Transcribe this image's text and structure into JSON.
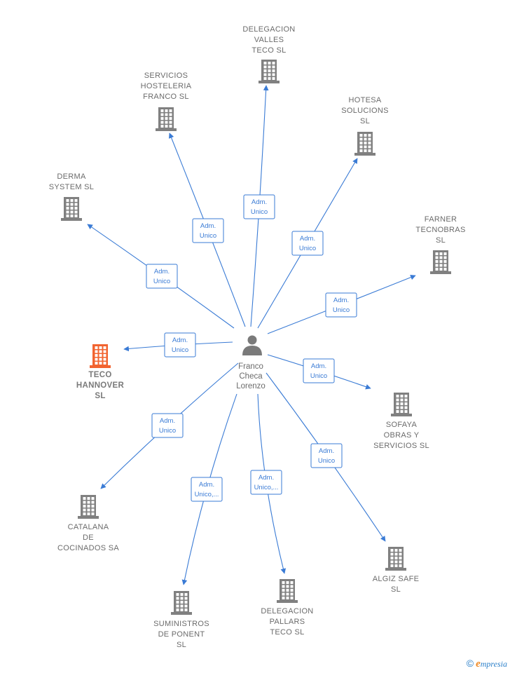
{
  "colors": {
    "edge": "#3a7bd5",
    "building": "#808080",
    "highlight": "#f26430"
  },
  "person": {
    "lines": [
      "Franco",
      "Checa",
      "Lorenzo"
    ],
    "icon": "person-icon"
  },
  "companies": [
    {
      "id": "delegacion-valles",
      "lines": [
        "DELEGACION",
        "VALLES",
        "TECO  SL"
      ],
      "highlight": false,
      "rel": [
        "Adm.",
        "Unico"
      ]
    },
    {
      "id": "servicios-hosteleria",
      "lines": [
        "SERVICIOS",
        "HOSTELERIA",
        "FRANCO  SL"
      ],
      "highlight": false,
      "rel": [
        "Adm.",
        "Unico"
      ]
    },
    {
      "id": "hotesa-solucions",
      "lines": [
        "HOTESA",
        "SOLUCIONS",
        "SL"
      ],
      "highlight": false,
      "rel": [
        "Adm.",
        "Unico"
      ]
    },
    {
      "id": "derma-system",
      "lines": [
        "DERMA",
        "SYSTEM SL"
      ],
      "highlight": false,
      "rel": [
        "Adm.",
        "Unico"
      ]
    },
    {
      "id": "farner-tecnobras",
      "lines": [
        "FARNER",
        "TECNOBRAS",
        "SL"
      ],
      "highlight": false,
      "rel": [
        "Adm.",
        "Unico"
      ]
    },
    {
      "id": "teco-hannover",
      "lines": [
        "TECO",
        "HANNOVER",
        "SL"
      ],
      "highlight": true,
      "rel": [
        "Adm.",
        "Unico"
      ]
    },
    {
      "id": "sofaya-obras",
      "lines": [
        "SOFAYA",
        "OBRAS Y",
        "SERVICIOS  SL"
      ],
      "highlight": false,
      "rel": [
        "Adm.",
        "Unico"
      ]
    },
    {
      "id": "catalana-cocinados",
      "lines": [
        "CATALANA",
        "DE",
        "COCINADOS SA"
      ],
      "highlight": false,
      "rel": [
        "Adm.",
        "Unico"
      ]
    },
    {
      "id": "algiz-safe",
      "lines": [
        "ALGIZ SAFE",
        "SL"
      ],
      "highlight": false,
      "rel": [
        "Adm.",
        "Unico"
      ]
    },
    {
      "id": "suministros-ponent",
      "lines": [
        "SUMINISTROS",
        "DE PONENT",
        "SL"
      ],
      "highlight": false,
      "rel": [
        "Adm.",
        "Unico,..."
      ]
    },
    {
      "id": "delegacion-pallars",
      "lines": [
        "DELEGACION",
        "PALLARS",
        "TECO  SL"
      ],
      "highlight": false,
      "rel": [
        "Adm.",
        "Unico,..."
      ]
    }
  ],
  "watermark": {
    "copyright": "©",
    "brand_initial": "e",
    "brand_rest": "mpresia"
  }
}
